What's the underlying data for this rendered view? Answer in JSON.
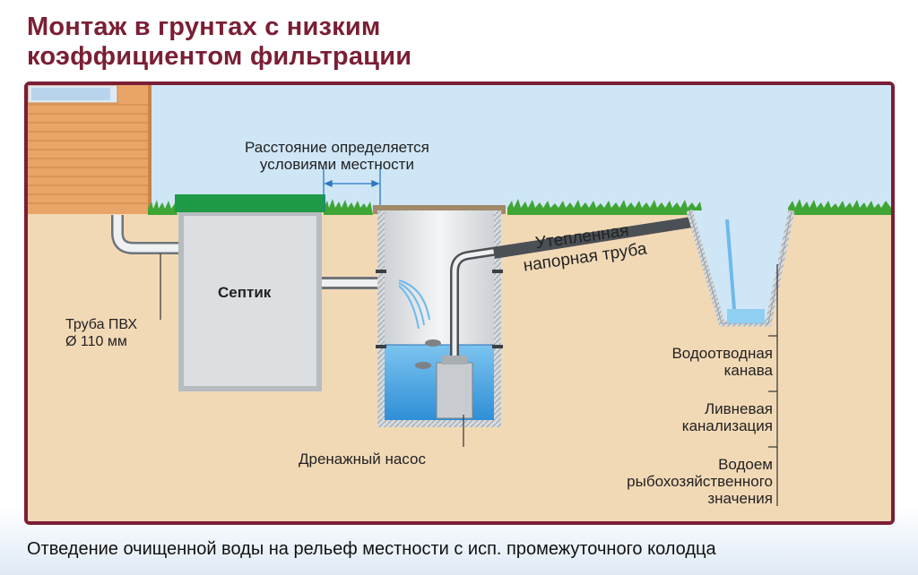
{
  "title": {
    "line1": "Монтаж в грунтах с низким",
    "line2": "коэффициентом фильтрации"
  },
  "labels": {
    "distance_line1": "Расстояние определяется",
    "distance_line2": "условиями местности",
    "septic": "Септик",
    "pipe_line1": "Труба ПВХ",
    "pipe_line2": "Ø 110 мм",
    "pressure_pipe_line1": "Утепленная",
    "pressure_pipe_line2": "напорная труба",
    "pump": "Дренажный насос",
    "ditch_line1": "Водоотводная",
    "ditch_line2": "канава",
    "storm_line1": "Ливневая",
    "storm_line2": "канализация",
    "reservoir_line1": "Водоем",
    "reservoir_line2": "рыбохозяйственного",
    "reservoir_line3": "значения"
  },
  "caption": "Отведение очищенной воды на рельеф местности с исп. промежуточного колодца",
  "colors": {
    "frame": "#7a1f35",
    "sky": "#cfe6f7",
    "soil": "#f2d9b6",
    "grass": "#3fa535",
    "septic_lid": "#1f9a46",
    "water": "#4aa7e4"
  }
}
